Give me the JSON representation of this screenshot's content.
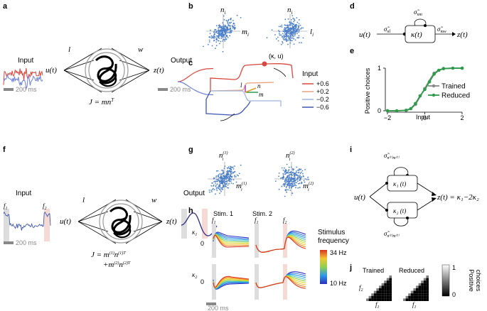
{
  "panels": {
    "a": {
      "letter": "a",
      "input_label": "Input",
      "output_label": "Output",
      "scale_in": "200 ms",
      "scale_out": "200 ms",
      "u": "u(t)",
      "z": "z(t)",
      "l": "l",
      "w": "w",
      "J": "J = mn",
      "J_sup": "T"
    },
    "b": {
      "letter": "b",
      "n1": "n",
      "m1": "m",
      "n2": "n",
      "l2": "l",
      "sub": "i"
    },
    "c": {
      "letter": "c",
      "point_label": "(κ, u)",
      "l_label": "l",
      "n_label": "n",
      "m_label": "m",
      "legend_title": "Input",
      "legend": [
        {
          "label": "+0.6",
          "color": "#d9473e"
        },
        {
          "label": "+0.2",
          "color": "#eaa07a"
        },
        {
          "label": "−0.2",
          "color": "#9fb4e0"
        },
        {
          "label": "−0.6",
          "color": "#3d55b5"
        }
      ]
    },
    "d": {
      "letter": "d",
      "u": "u(t)",
      "z": "z(t)",
      "kappa": "κ(t)",
      "s_nl": "σ̃",
      "s_nl_sub": "nl",
      "s_nm": "σ̃",
      "s_nm_sub": "nm",
      "s_mw": "σ̃",
      "s_mw_sub": "mw"
    },
    "e": {
      "letter": "e",
      "ylabel": "Positive choices",
      "xlabel": "Input"
    },
    "f": {
      "letter": "f",
      "input_label": "Input",
      "output_label": "Output",
      "f1": "f",
      "f1_sub": "1",
      "f2": "f",
      "f2_sub": "2",
      "scale_in": "200 ms",
      "u": "u(t)",
      "z": "z(t)",
      "l": "l",
      "w": "w",
      "J_line1": "J = m",
      "J_line2": "+m"
    },
    "g": {
      "letter": "g",
      "n1": "n",
      "m1": "m",
      "n2": "n",
      "m2": "m",
      "sup1": "(1)",
      "sup2": "(2)",
      "sub": "i"
    },
    "h": {
      "letter": "h",
      "stim1": "Stim. 1",
      "stim2": "Stim. 2",
      "f1": "f",
      "f2": "f",
      "f1_sub": "1",
      "f2_sub": "2",
      "k1": "κ",
      "k2": "κ",
      "k1_sub": "1",
      "k2_sub": "2",
      "zero1": "0",
      "zero2": "0",
      "scale": "200 ms",
      "cb_title1": "Stimulus",
      "cb_title2": "frequency",
      "cb_max": "34 Hz",
      "cb_min": "10 Hz"
    },
    "i": {
      "letter": "i",
      "u": "u(t)",
      "z_eq": "z(t) = κ₁−2κ₂",
      "k1": "κ₁ (t)",
      "k2": "κ₂ (t)",
      "s_top": "σ̃",
      "s_top_sub": "n⁽¹⁾m⁽¹⁾",
      "s_bot": "σ̃",
      "s_bot_sub": "n⁽²⁾m⁽²⁾"
    },
    "j": {
      "letter": "j",
      "trained": "Trained",
      "reduced": "Reduced",
      "f1": "f",
      "f1_sub": "1",
      "f2": "f",
      "f2_sub": "2",
      "cb_max": "1",
      "cb_min": "0",
      "cb_label1": "Positive",
      "cb_label2": "choices"
    }
  },
  "chart_data": [
    {
      "type": "line",
      "panel": "e",
      "xlabel": "Input",
      "ylabel": "Positive choices",
      "xlim": [
        -2,
        2
      ],
      "ylim": [
        0,
        1
      ],
      "xticks": [
        -2,
        0,
        2
      ],
      "yticks": [
        0,
        1
      ],
      "series": [
        {
          "name": "Trained",
          "color": "#888888",
          "x": [
            -2,
            -1.5,
            -1,
            -0.75,
            -0.5,
            -0.25,
            0,
            0.25,
            0.5,
            0.75,
            1,
            1.5,
            2
          ],
          "y": [
            0,
            0,
            0.01,
            0.04,
            0.15,
            0.33,
            0.52,
            0.72,
            0.88,
            0.96,
            0.99,
            1,
            1
          ]
        },
        {
          "name": "Reduced",
          "color": "#2e9a4a",
          "x": [
            -2,
            -1.5,
            -1,
            -0.75,
            -0.5,
            -0.25,
            0,
            0.25,
            0.5,
            0.75,
            1,
            1.5,
            2
          ],
          "y": [
            0,
            0,
            0.01,
            0.05,
            0.17,
            0.35,
            0.5,
            0.68,
            0.86,
            0.95,
            0.99,
            1,
            1
          ]
        }
      ]
    }
  ],
  "colors": {
    "red": "#d9473e",
    "blue": "#6e7fd6",
    "dark_blue": "#3d55b5",
    "green": "#2e9a4a",
    "gray": "#888888",
    "scatter": "#4a7ec9",
    "pink_band": "#f4d9d4",
    "gray_band": "#dddddd"
  }
}
